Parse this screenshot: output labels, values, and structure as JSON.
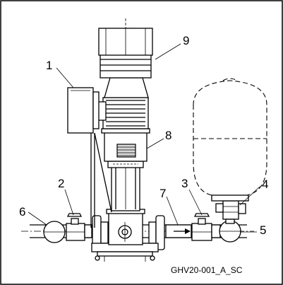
{
  "callouts": [
    "1",
    "2",
    "3",
    "4",
    "5",
    "6",
    "7",
    "8",
    "9"
  ],
  "caption": "GHV20-001_A_SC",
  "colors": {
    "line": "#000000",
    "background": "#ffffff",
    "shade": "#d9d9d9"
  }
}
